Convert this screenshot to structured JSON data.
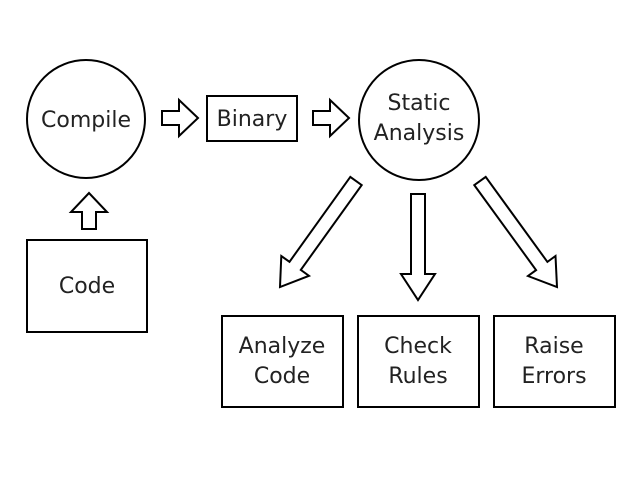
{
  "nodes": {
    "compile": {
      "label": "Compile"
    },
    "binary": {
      "label": "Binary"
    },
    "static_analysis": {
      "line1": "Static",
      "line2": "Analysis"
    },
    "code": {
      "label": "Code"
    },
    "analyze_code": {
      "line1": "Analyze",
      "line2": "Code"
    },
    "check_rules": {
      "line1": "Check",
      "line2": "Rules"
    },
    "raise_errors": {
      "line1": "Raise",
      "line2": "Errors"
    }
  },
  "edges": [
    {
      "from": "code",
      "to": "compile",
      "icon": "hollow-arrow-up"
    },
    {
      "from": "compile",
      "to": "binary",
      "icon": "hollow-arrow-right"
    },
    {
      "from": "binary",
      "to": "static_analysis",
      "icon": "hollow-arrow-right"
    },
    {
      "from": "static_analysis",
      "to": "analyze_code",
      "icon": "hollow-arrow-down-left"
    },
    {
      "from": "static_analysis",
      "to": "check_rules",
      "icon": "hollow-arrow-down"
    },
    {
      "from": "static_analysis",
      "to": "raise_errors",
      "icon": "hollow-arrow-down-right"
    }
  ],
  "colors": {
    "stroke": "#000000",
    "fill": "#ffffff",
    "text": "#222222"
  }
}
